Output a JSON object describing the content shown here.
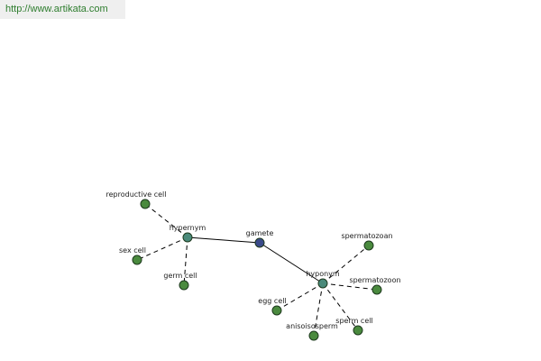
{
  "header": {
    "url_text": "http://www.artikata.com"
  },
  "colors": {
    "leaf_node": "#4a8a3e",
    "relation_node": "#4a8a7a",
    "center_node": "#3a4a8a",
    "edge": "#000000",
    "link_text": "#2e7d2e"
  },
  "graph": {
    "center": {
      "id": "gamete",
      "label": "gamete"
    },
    "relations": [
      {
        "id": "hypernym",
        "label": "hypernym"
      },
      {
        "id": "hyponym",
        "label": "hyponym"
      }
    ],
    "leaves": [
      {
        "id": "reproductive-cell",
        "label": "reproductive cell",
        "relation": "hypernym"
      },
      {
        "id": "sex-cell",
        "label": "sex cell",
        "relation": "hypernym"
      },
      {
        "id": "germ-cell",
        "label": "germ cell",
        "relation": "hypernym"
      },
      {
        "id": "spermatozoan",
        "label": "spermatozoan",
        "relation": "hyponym"
      },
      {
        "id": "spermatozoon",
        "label": "spermatozoon",
        "relation": "hyponym"
      },
      {
        "id": "egg-cell",
        "label": "egg cell",
        "relation": "hyponym"
      },
      {
        "id": "anisoisosperm",
        "label": "anisoisosperm",
        "relation": "hyponym"
      },
      {
        "id": "sperm-cell",
        "label": "sperm cell",
        "relation": "hyponym"
      }
    ]
  }
}
